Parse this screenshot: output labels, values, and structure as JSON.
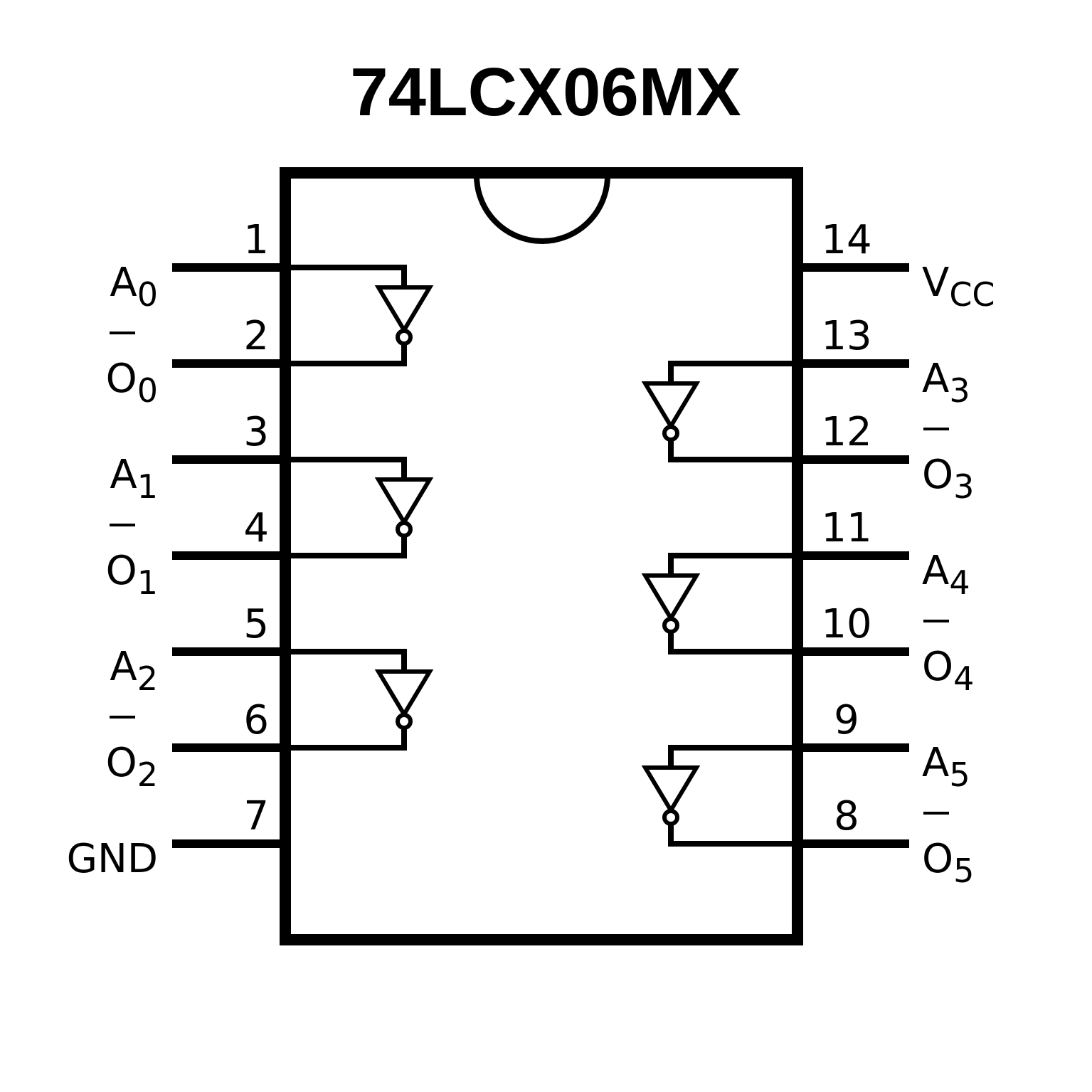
{
  "title": "74LCX06MX",
  "colors": {
    "ink": "#000000",
    "background": "#ffffff"
  },
  "pins_left": [
    {
      "number": "1",
      "base": "A",
      "sub": "0",
      "overbar": false
    },
    {
      "number": "2",
      "base": "O",
      "sub": "0",
      "overbar": true
    },
    {
      "number": "3",
      "base": "A",
      "sub": "1",
      "overbar": false
    },
    {
      "number": "4",
      "base": "O",
      "sub": "1",
      "overbar": true
    },
    {
      "number": "5",
      "base": "A",
      "sub": "2",
      "overbar": false
    },
    {
      "number": "6",
      "base": "O",
      "sub": "2",
      "overbar": true
    },
    {
      "number": "7",
      "base": "GND",
      "sub": "",
      "overbar": false
    }
  ],
  "pins_right": [
    {
      "number": "14",
      "base": "V",
      "sub": "CC",
      "overbar": false
    },
    {
      "number": "13",
      "base": "A",
      "sub": "3",
      "overbar": false
    },
    {
      "number": "12",
      "base": "O",
      "sub": "3",
      "overbar": true
    },
    {
      "number": "11",
      "base": "A",
      "sub": "4",
      "overbar": false
    },
    {
      "number": "10",
      "base": "O",
      "sub": "4",
      "overbar": true
    },
    {
      "number": "9",
      "base": "A",
      "sub": "5",
      "overbar": false
    },
    {
      "number": "8",
      "base": "O",
      "sub": "5",
      "overbar": true
    }
  ],
  "gates": [
    {
      "name": "inverter-0",
      "input_pin": "1",
      "output_pin": "2"
    },
    {
      "name": "inverter-1",
      "input_pin": "3",
      "output_pin": "4"
    },
    {
      "name": "inverter-2",
      "input_pin": "5",
      "output_pin": "6"
    },
    {
      "name": "inverter-3",
      "input_pin": "13",
      "output_pin": "12"
    },
    {
      "name": "inverter-4",
      "input_pin": "11",
      "output_pin": "10"
    },
    {
      "name": "inverter-5",
      "input_pin": "9",
      "output_pin": "8"
    }
  ]
}
